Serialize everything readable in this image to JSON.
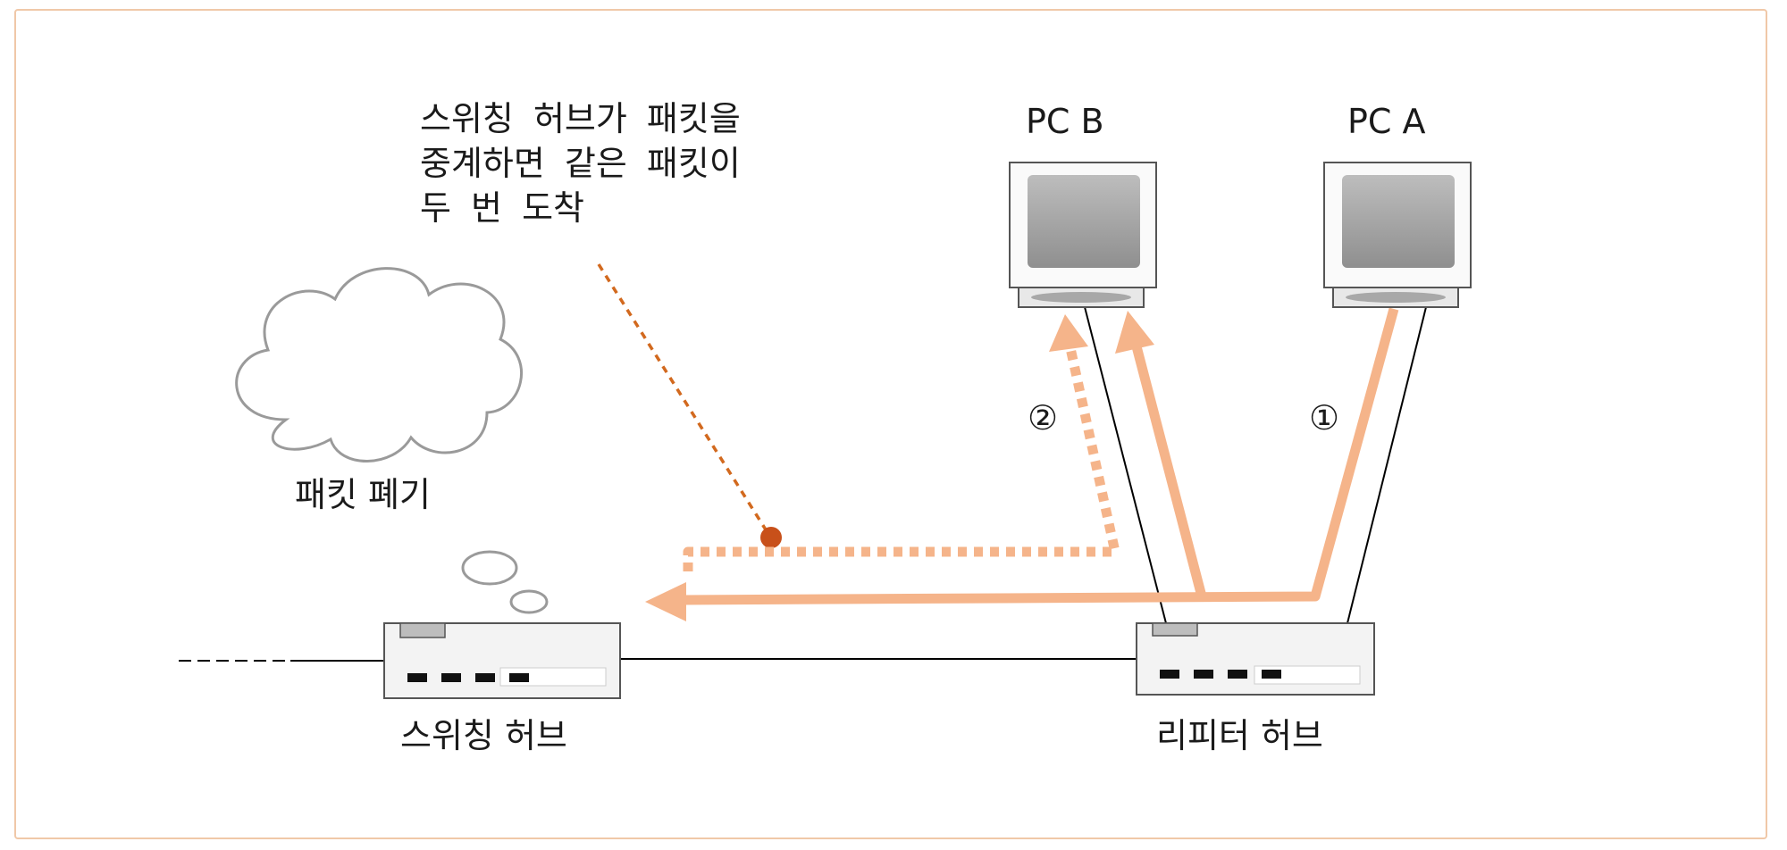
{
  "labels": {
    "pc_b": "PC B",
    "pc_a": "PC A",
    "switching_hub": "스위칭 허브",
    "repeater_hub": "리피터 허브",
    "packet_discard": "패킷 폐기",
    "step_1": "①",
    "step_2": "②"
  },
  "note": {
    "lines": [
      "스위칭 허브가 패킷을",
      "중계하면 같은 패킷이",
      "두 번 도착"
    ]
  },
  "colors": {
    "arrow": "#f5b48a",
    "note_leader": "#d2691e",
    "frame_border": "#f0c8a8",
    "cable": "#000000"
  }
}
